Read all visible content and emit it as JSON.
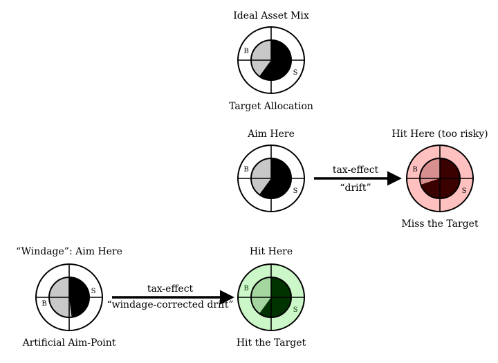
{
  "targets": [
    {
      "id": "ideal",
      "top_label": "Ideal Asset Mix",
      "bottom_label": "Target Allocation",
      "b_label": "B",
      "s_label": "S",
      "stock_fraction": 0.6,
      "colors": {
        "ring": "#ffffff",
        "bond": "#c8c8c8",
        "stock": "#000000",
        "letters": "#000000"
      }
    },
    {
      "id": "aim",
      "top_label": "Aim Here",
      "bottom_label": "",
      "b_label": "B",
      "s_label": "S",
      "stock_fraction": 0.6,
      "colors": {
        "ring": "#ffffff",
        "bond": "#c8c8c8",
        "stock": "#000000",
        "letters": "#000000"
      }
    },
    {
      "id": "hit-risky",
      "top_label": "Hit Here (too risky)",
      "bottom_label": "Miss the Target",
      "b_label": "B",
      "s_label": "S",
      "stock_fraction": 0.7,
      "colors": {
        "ring": "#ffc0c0",
        "bond": "#d88f8f",
        "stock": "#3b0000",
        "letters": "#000000"
      }
    },
    {
      "id": "windage-aim",
      "top_label": "“Windage”: Aim Here",
      "bottom_label": "Artificial Aim-Point",
      "b_label": "B",
      "s_label": "S",
      "stock_fraction": 0.48,
      "colors": {
        "ring": "#ffffff",
        "bond": "#c8c8c8",
        "stock": "#000000",
        "letters": "#000000"
      }
    },
    {
      "id": "hit-here",
      "top_label": "Hit Here",
      "bottom_label": "Hit the Target",
      "b_label": "B",
      "s_label": "S",
      "stock_fraction": 0.6,
      "colors": {
        "ring": "#ccf7c8",
        "bond": "#a5d6a0",
        "stock": "#003300",
        "letters": "#0a3a0a"
      }
    }
  ],
  "arrows": [
    {
      "id": "drift-arrow",
      "top_label": "tax-effect",
      "bottom_label": "“drift”"
    },
    {
      "id": "windage-arrow",
      "top_label": "tax-effect",
      "bottom_label": "“windage-corrected drift”"
    }
  ]
}
